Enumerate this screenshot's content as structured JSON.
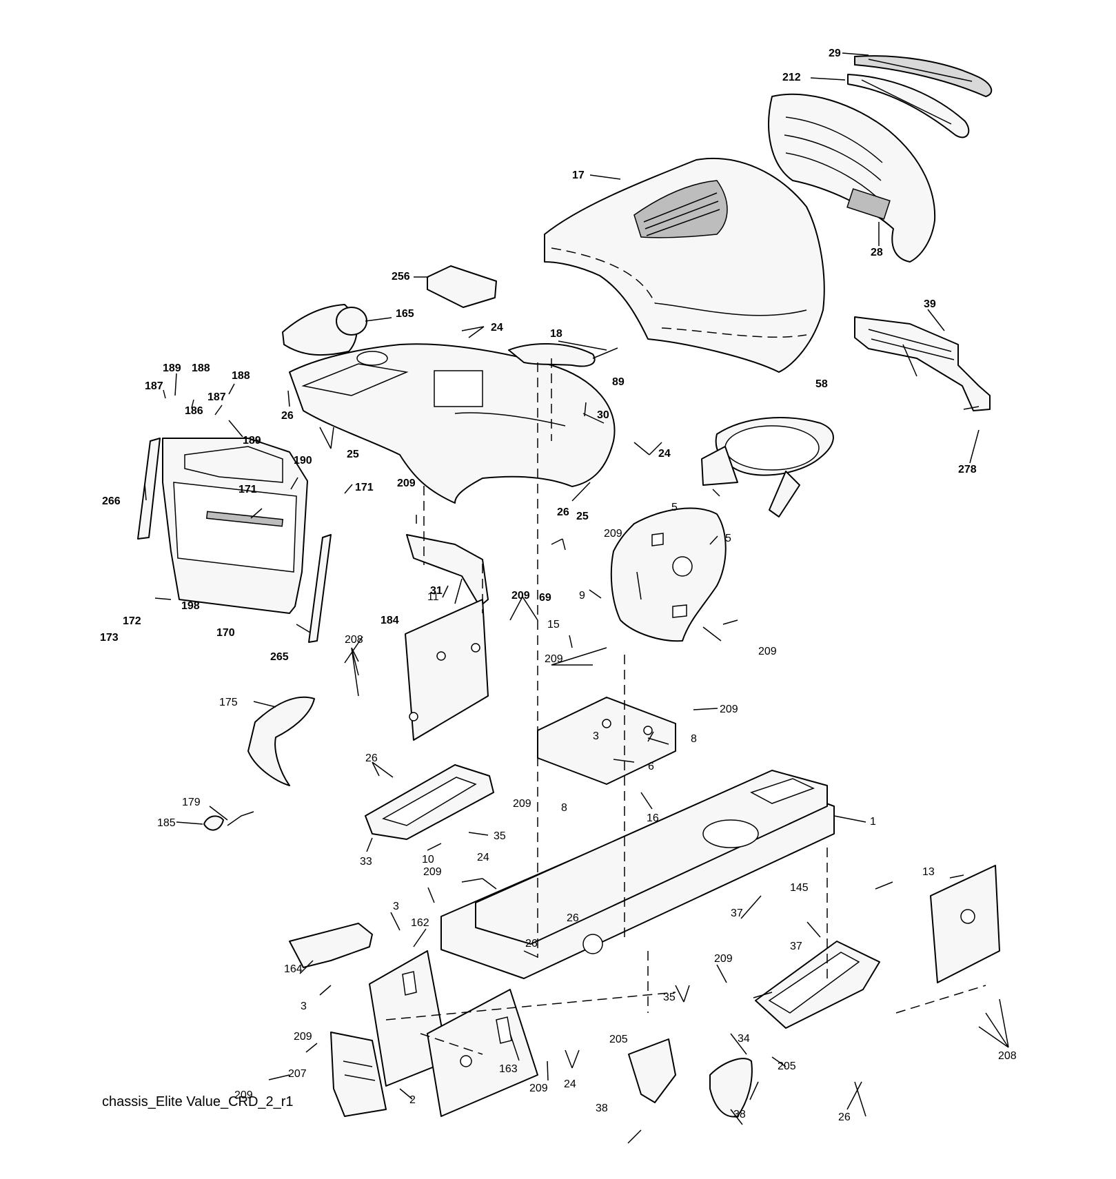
{
  "caption": "chassis_Elite Value_CRD_2_r1",
  "callouts": [
    {
      "id": "c29",
      "text": "29",
      "bold": true
    },
    {
      "id": "c212",
      "text": "212",
      "bold": true
    },
    {
      "id": "c17",
      "text": "17",
      "bold": true
    },
    {
      "id": "c28",
      "text": "28",
      "bold": true
    },
    {
      "id": "c256",
      "text": "256",
      "bold": true
    },
    {
      "id": "c165",
      "text": "165",
      "bold": true
    },
    {
      "id": "c24a",
      "text": "24",
      "bold": true
    },
    {
      "id": "c18",
      "text": "18",
      "bold": true
    },
    {
      "id": "c89",
      "text": "89",
      "bold": true
    },
    {
      "id": "c39",
      "text": "39",
      "bold": true
    },
    {
      "id": "c189a",
      "text": "189",
      "bold": true
    },
    {
      "id": "c188a",
      "text": "188",
      "bold": true
    },
    {
      "id": "c188b",
      "text": "188",
      "bold": true
    },
    {
      "id": "c187a",
      "text": "187",
      "bold": true
    },
    {
      "id": "c187b",
      "text": "187",
      "bold": true
    },
    {
      "id": "c186",
      "text": "186",
      "bold": true
    },
    {
      "id": "c189b",
      "text": "189",
      "bold": true
    },
    {
      "id": "c26a",
      "text": "26",
      "bold": true
    },
    {
      "id": "c25a",
      "text": "25",
      "bold": true
    },
    {
      "id": "c30",
      "text": "30",
      "bold": true
    },
    {
      "id": "c58",
      "text": "58",
      "bold": true
    },
    {
      "id": "c24b",
      "text": "24",
      "bold": true
    },
    {
      "id": "c278",
      "text": "278",
      "bold": true
    },
    {
      "id": "c190",
      "text": "190",
      "bold": true
    },
    {
      "id": "c266",
      "text": "266",
      "bold": true
    },
    {
      "id": "c171a",
      "text": "171",
      "bold": true
    },
    {
      "id": "c171b",
      "text": "171",
      "bold": true
    },
    {
      "id": "c209a",
      "text": "209",
      "bold": true
    },
    {
      "id": "c26b",
      "text": "26",
      "bold": true
    },
    {
      "id": "c25b",
      "text": "25",
      "bold": true
    },
    {
      "id": "c5a",
      "text": "5",
      "bold": false
    },
    {
      "id": "c5b",
      "text": "5",
      "bold": false
    },
    {
      "id": "c209b",
      "text": "209",
      "bold": false
    },
    {
      "id": "c69",
      "text": "69",
      "bold": true
    },
    {
      "id": "c198",
      "text": "198",
      "bold": true
    },
    {
      "id": "c31",
      "text": "31",
      "bold": true
    },
    {
      "id": "c209c",
      "text": "209",
      "bold": true
    },
    {
      "id": "c9",
      "text": "9",
      "bold": false
    },
    {
      "id": "c172",
      "text": "172",
      "bold": true
    },
    {
      "id": "c184",
      "text": "184",
      "bold": true
    },
    {
      "id": "c173",
      "text": "173",
      "bold": true
    },
    {
      "id": "c170",
      "text": "170",
      "bold": true
    },
    {
      "id": "c11",
      "text": "11",
      "bold": false
    },
    {
      "id": "c15",
      "text": "15",
      "bold": false
    },
    {
      "id": "c209d",
      "text": "209",
      "bold": false
    },
    {
      "id": "c265",
      "text": "265",
      "bold": true
    },
    {
      "id": "c208a",
      "text": "208",
      "bold": false
    },
    {
      "id": "c209e",
      "text": "209",
      "bold": false
    },
    {
      "id": "c175",
      "text": "175",
      "bold": false
    },
    {
      "id": "c209f",
      "text": "209",
      "bold": false
    },
    {
      "id": "c3a",
      "text": "3",
      "bold": false
    },
    {
      "id": "c8a",
      "text": "8",
      "bold": false
    },
    {
      "id": "c26c",
      "text": "26",
      "bold": false
    },
    {
      "id": "c6",
      "text": "6",
      "bold": false
    },
    {
      "id": "c209g",
      "text": "209",
      "bold": false
    },
    {
      "id": "c8b",
      "text": "8",
      "bold": false
    },
    {
      "id": "c179",
      "text": "179",
      "bold": false
    },
    {
      "id": "c16",
      "text": "16",
      "bold": false
    },
    {
      "id": "c1",
      "text": "1",
      "bold": false
    },
    {
      "id": "c185",
      "text": "185",
      "bold": false
    },
    {
      "id": "c35a",
      "text": "35",
      "bold": false
    },
    {
      "id": "c33",
      "text": "33",
      "bold": false
    },
    {
      "id": "c10",
      "text": "10",
      "bold": false
    },
    {
      "id": "c24c",
      "text": "24",
      "bold": false
    },
    {
      "id": "c209h",
      "text": "209",
      "bold": false
    },
    {
      "id": "c145",
      "text": "145",
      "bold": false
    },
    {
      "id": "c13",
      "text": "13",
      "bold": false
    },
    {
      "id": "c3b",
      "text": "3",
      "bold": false
    },
    {
      "id": "c162",
      "text": "162",
      "bold": false
    },
    {
      "id": "c26d",
      "text": "26",
      "bold": false
    },
    {
      "id": "c37a",
      "text": "37",
      "bold": false
    },
    {
      "id": "c26e",
      "text": "26",
      "bold": false
    },
    {
      "id": "c37b",
      "text": "37",
      "bold": false
    },
    {
      "id": "c164",
      "text": "164",
      "bold": false
    },
    {
      "id": "c209i",
      "text": "209",
      "bold": false
    },
    {
      "id": "c3c",
      "text": "3",
      "bold": false
    },
    {
      "id": "c35b",
      "text": "35",
      "bold": false
    },
    {
      "id": "c209j",
      "text": "209",
      "bold": false
    },
    {
      "id": "c205a",
      "text": "205",
      "bold": false
    },
    {
      "id": "c34",
      "text": "34",
      "bold": false
    },
    {
      "id": "c163",
      "text": "163",
      "bold": false
    },
    {
      "id": "c207",
      "text": "207",
      "bold": false
    },
    {
      "id": "c209k",
      "text": "209",
      "bold": false
    },
    {
      "id": "c24d",
      "text": "24",
      "bold": false
    },
    {
      "id": "c205b",
      "text": "205",
      "bold": false
    },
    {
      "id": "c26f",
      "text": "26",
      "bold": false
    },
    {
      "id": "c208b",
      "text": "208",
      "bold": false
    },
    {
      "id": "c2",
      "text": "2",
      "bold": false
    },
    {
      "id": "c209l",
      "text": "209",
      "bold": false
    },
    {
      "id": "c38a",
      "text": "38",
      "bold": false
    },
    {
      "id": "c38b",
      "text": "38",
      "bold": false
    }
  ]
}
